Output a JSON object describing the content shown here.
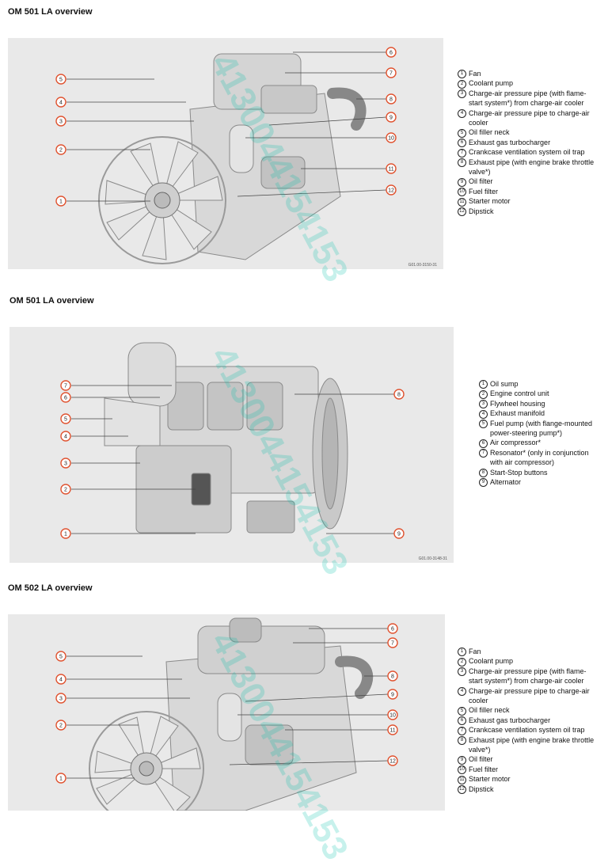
{
  "sections": [
    {
      "title": "OM 501 LA overview",
      "figure_code": "G01.00-3150-31",
      "legend": [
        {
          "n": "1",
          "text": "Fan"
        },
        {
          "n": "2",
          "text": "Coolant pump"
        },
        {
          "n": "3",
          "text": "Charge-air pressure pipe (with flame-start system*) from charge-air cooler"
        },
        {
          "n": "4",
          "text": "Charge-air pressure pipe to charge-air cooler"
        },
        {
          "n": "5",
          "text": "Oil filler neck"
        },
        {
          "n": "6",
          "text": "Exhaust gas turbocharger"
        },
        {
          "n": "7",
          "text": "Crankcase ventilation system oil trap"
        },
        {
          "n": "8",
          "text": "Exhaust pipe (with engine brake throttle valve*)"
        },
        {
          "n": "9",
          "text": "Oil filter"
        },
        {
          "n": "10",
          "text": "Fuel filter"
        },
        {
          "n": "11",
          "text": "Starter motor"
        },
        {
          "n": "12",
          "text": "Dipstick"
        }
      ]
    },
    {
      "title": "OM 501 LA overview",
      "figure_code": "G01.00-3148-31",
      "legend": [
        {
          "n": "1",
          "text": "Oil sump"
        },
        {
          "n": "2",
          "text": "Engine control unit"
        },
        {
          "n": "3",
          "text": "Flywheel housing"
        },
        {
          "n": "4",
          "text": "Exhaust manifold"
        },
        {
          "n": "5",
          "text": "Fuel pump (with flange-mounted power-steering pump*)"
        },
        {
          "n": "6",
          "text": "Air compressor*"
        },
        {
          "n": "7",
          "text": "Resonator* (only in conjunction with air compressor)"
        },
        {
          "n": "8",
          "text": "Start-Stop buttons"
        },
        {
          "n": "9",
          "text": "Alternator"
        }
      ]
    },
    {
      "title": "OM 502 LA overview",
      "legend": [
        {
          "n": "1",
          "text": "Fan"
        },
        {
          "n": "2",
          "text": "Coolant pump"
        },
        {
          "n": "3",
          "text": "Charge-air pressure pipe (with flame-start system*) from charge-air cooler"
        },
        {
          "n": "4",
          "text": "Charge-air pressure pipe to charge-air cooler"
        },
        {
          "n": "5",
          "text": "Oil filler neck"
        },
        {
          "n": "6",
          "text": "Exhaust gas turbocharger"
        },
        {
          "n": "7",
          "text": "Crankcase ventilation system oil trap"
        },
        {
          "n": "8",
          "text": "Exhaust pipe (with engine brake throttle valve*)"
        },
        {
          "n": "9",
          "text": "Oil filter"
        },
        {
          "n": "10",
          "text": "Fuel filter"
        },
        {
          "n": "11",
          "text": "Starter motor"
        },
        {
          "n": "12",
          "text": "Dipstick"
        }
      ]
    }
  ],
  "callouts": {
    "c1": "1",
    "c2": "2",
    "c3": "3",
    "c4": "4",
    "c5": "5",
    "c6": "6",
    "c7": "7",
    "c8": "8",
    "c9": "9",
    "c10": "10",
    "c11": "11",
    "c12": "12"
  },
  "watermark_text": "4130044154153",
  "colors": {
    "callout_ring": "#e0522f",
    "figure_background": "#e9e9e9",
    "watermark": "#00beaa"
  }
}
